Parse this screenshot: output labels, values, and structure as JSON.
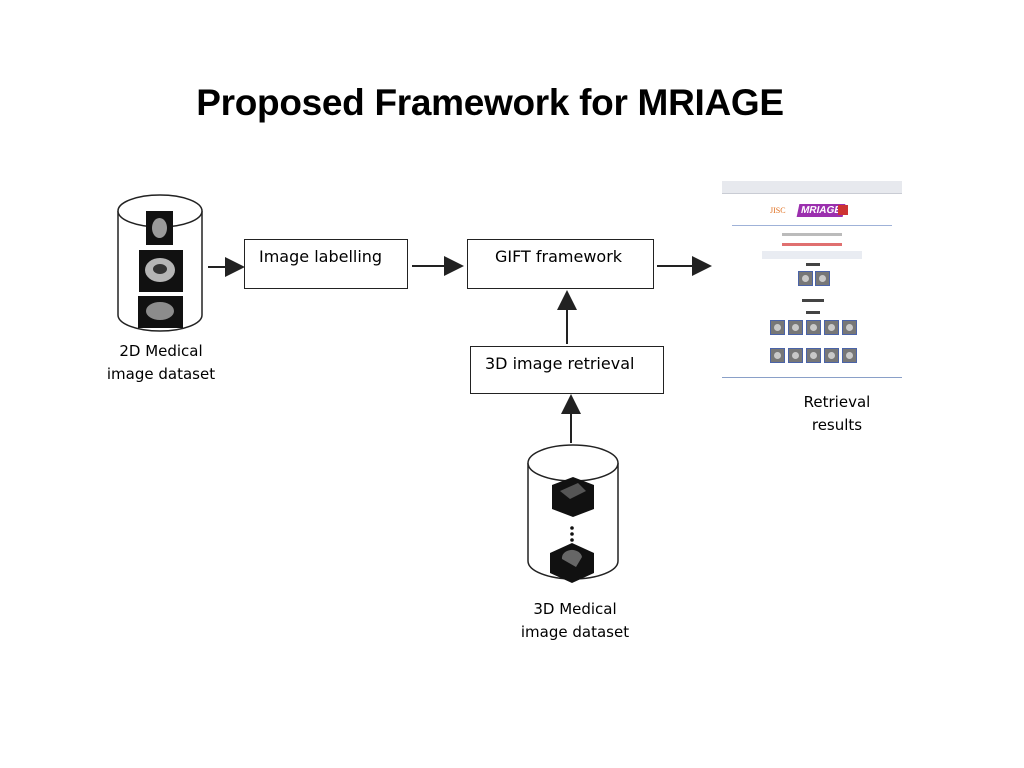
{
  "title": "Proposed Framework for MRIAGE",
  "nodes": {
    "image_labelling": "Image labelling",
    "gift_framework": "GIFT framework",
    "image_retrieval_3d": "3D image retrieval"
  },
  "captions": {
    "dataset_2d_line1": "2D Medical",
    "dataset_2d_line2": "image dataset",
    "dataset_3d_line1": "3D Medical",
    "dataset_3d_line2": "image dataset",
    "results_line1": "Retrieval",
    "results_line2": "results"
  },
  "screenshot": {
    "logo": "MRIAGE",
    "left_mark": "JISC"
  }
}
